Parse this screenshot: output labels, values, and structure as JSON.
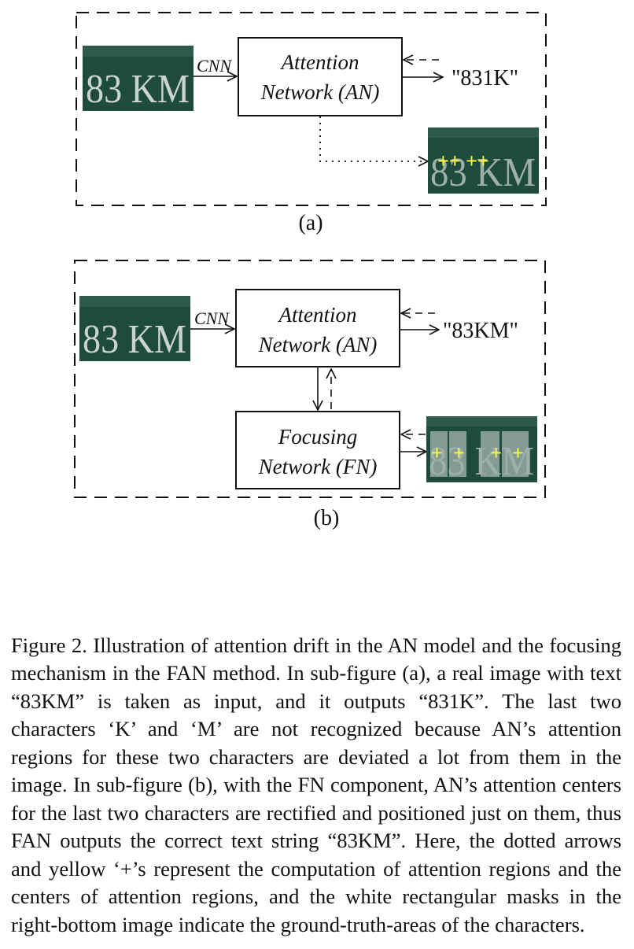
{
  "figure": {
    "panel_a": {
      "image_text": "83 KM",
      "cnn_label": "CNN",
      "an_line1": "Attention",
      "an_line2": "Network (AN)",
      "output": "\"831K\"",
      "attention_markers": "++ ++",
      "sub_label": "(a)"
    },
    "panel_b": {
      "image_text": "83 KM",
      "cnn_label": "CNN",
      "an_line1": "Attention",
      "an_line2": "Network (AN)",
      "fn_line1": "Focusing",
      "fn_line2": "Network (FN)",
      "output": "\"83KM\"",
      "attention_markers": "++ ++",
      "sub_label": "(b)"
    },
    "colors": {
      "plate_background": "#1f4a3e",
      "plate_text": "#c9d3cf",
      "marker": "#ffff3a"
    }
  },
  "caption": "Figure 2. Illustration of attention drift in the AN model and the focusing mechanism in the FAN method. In sub-figure (a), a real image with text “83KM” is taken as input, and it outputs “831K”. The last two characters ‘K’ and ‘M’ are not recognized because AN’s attention regions for these two characters are deviated a lot from them in the image. In sub-figure (b), with the FN component, AN’s attention centers for the last two characters are rectified and positioned just on them, thus FAN outputs the correct text string “83KM”. Here, the dotted arrows and yellow ‘+’s represent the computation of attention regions and the centers of attention regions, and the white rectangular masks in the right-bottom image indicate the ground-truth-areas of the characters."
}
